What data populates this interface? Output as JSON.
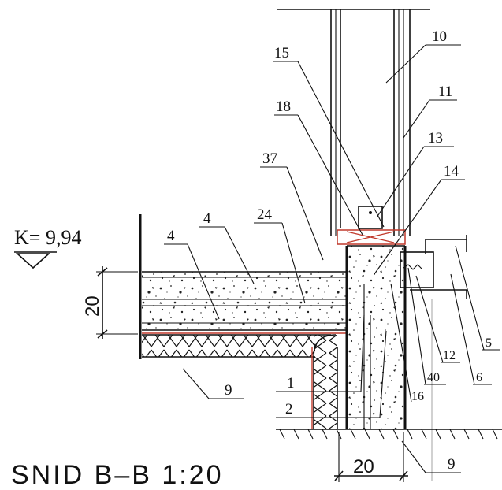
{
  "title": "SNID B–B  1:20",
  "level_mark": "K= 9,94",
  "dimensions": {
    "slab_thickness": "20",
    "wall_width": "20"
  },
  "callouts": {
    "c10": "10",
    "c11": "11",
    "c15": "15",
    "c18": "18",
    "c13": "13",
    "c37": "37",
    "c14": "14",
    "c24": "24",
    "c4a": "4",
    "c4b": "4",
    "c1": "1",
    "c2": "2",
    "c9a": "9",
    "c9b": "9",
    "c16": "16",
    "c40": "40",
    "c12": "12",
    "c6": "6",
    "c5": "5"
  },
  "colors": {
    "line": "#111111",
    "membrane": "#c0392b",
    "background": "#ffffff"
  }
}
